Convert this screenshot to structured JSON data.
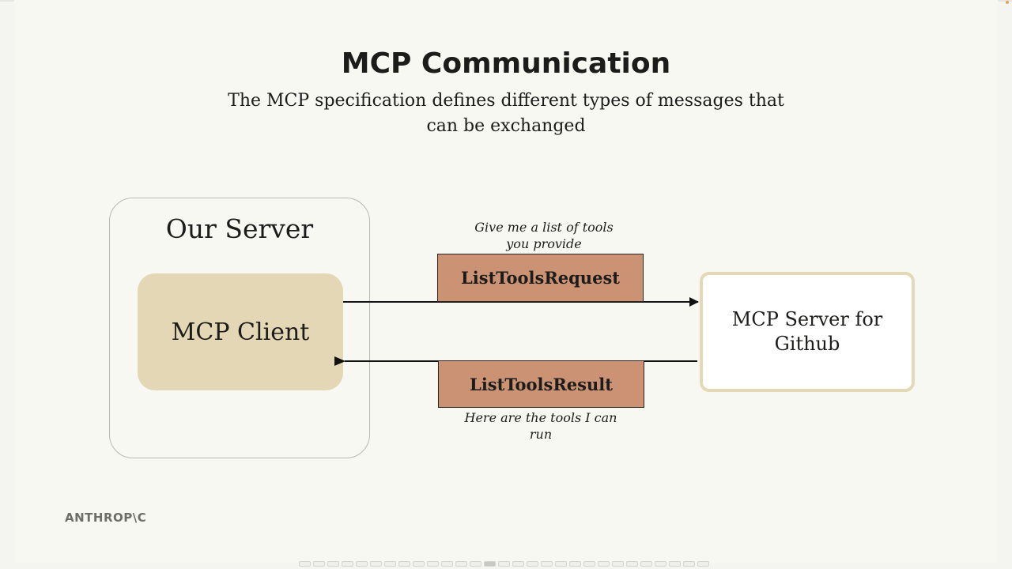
{
  "slide": {
    "title": "MCP Communication",
    "subtitle": "The MCP specification defines different types of messages that can be exchanged"
  },
  "diagram": {
    "our_server_label": "Our Server",
    "client_label": "MCP Client",
    "server_label": "MCP Server for Github",
    "request": {
      "label": "ListToolsRequest",
      "note": "Give me a list of tools you provide"
    },
    "result": {
      "label": "ListToolsResult",
      "note": "Here are the tools I can run"
    }
  },
  "brand": {
    "logo_text": "ANTHROP\\C"
  },
  "colors": {
    "background": "#f8f8f3",
    "client_fill": "#e4d7b5",
    "server_border": "#e5d8b6",
    "message_fill": "#cb9274"
  },
  "pager": {
    "total": 29,
    "current": 14
  }
}
